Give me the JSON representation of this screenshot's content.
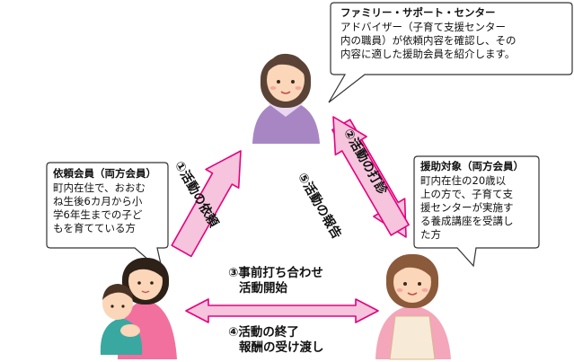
{
  "center": {
    "title": "ファミリー・サポート・センター",
    "body": [
      "アドバイザー（子育て支援センター",
      "内の職員）が依頼内容を確認し、その",
      "内容に適した援助会員を紹介します。"
    ]
  },
  "requester": {
    "title": "依頼会員（両方会員）",
    "body": [
      "町内在住で、おおむ",
      "ね生後6カ月から小",
      "学6年生までの子ど",
      "もを育てている方"
    ]
  },
  "helper": {
    "title": "援助対象（両方会員）",
    "body": [
      "町内在住の20歳以",
      "上の方で、子育て支",
      "援センターが実施す",
      "る養成講座を受講し",
      "た方"
    ]
  },
  "arrows": {
    "a1": "①活動の依頼",
    "a2": "②活動の打診",
    "a5": "⑤活動の報告",
    "a3_line1": "③事前打ち合わせ",
    "a3_line2": "活動開始",
    "a4_line1": "④活動の終了",
    "a4_line2": "報酬の受け渡し"
  },
  "colors": {
    "arrow_fill": "#f6c4dc",
    "arrow_stroke": "#e5007f",
    "bubble_stroke": "#333333"
  },
  "icons": [
    "advisor-woman-icon",
    "mother-with-child-icon",
    "helper-woman-apron-icon"
  ]
}
